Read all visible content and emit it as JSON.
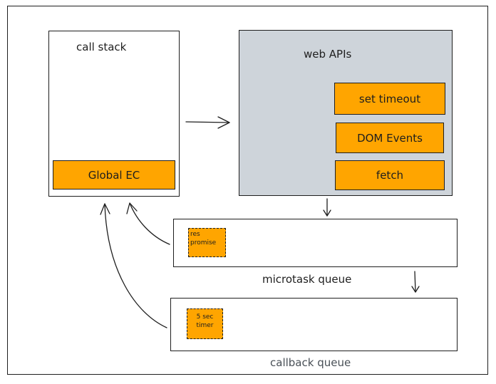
{
  "call_stack": {
    "title": "call stack",
    "items": [
      "Global EC"
    ]
  },
  "web_apis": {
    "title": "web APIs",
    "items": [
      "set timeout",
      "DOM Events",
      "fetch"
    ],
    "fill_color": "#ced4da"
  },
  "microtask_queue": {
    "label": "microtask queue",
    "items": [
      {
        "line1": "res",
        "line2": "promise"
      }
    ]
  },
  "callback_queue": {
    "label": "callback queue",
    "items": [
      {
        "line1": "5 sec",
        "line2": "timer"
      }
    ]
  },
  "colors": {
    "stroke": "#1e1e1e",
    "item_fill": "#ffa500",
    "callback_label": "#495057"
  }
}
